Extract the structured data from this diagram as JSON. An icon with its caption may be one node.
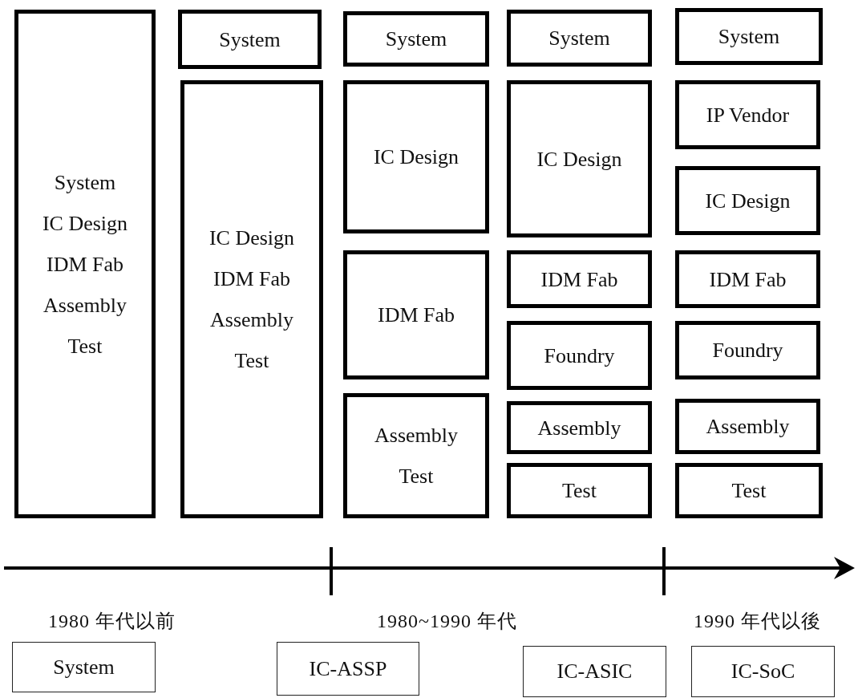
{
  "diagram": {
    "nodes": [
      {
        "text": [
          "System",
          "IC Design",
          "IDM Fab",
          "Assembly",
          "Test"
        ]
      },
      {
        "text": [
          "System"
        ]
      },
      {
        "text": [
          "IC Design",
          "IDM Fab",
          "Assembly",
          "Test"
        ]
      },
      {
        "text": [
          "System"
        ]
      },
      {
        "text": [
          "IC Design"
        ]
      },
      {
        "text": [
          "IDM Fab"
        ]
      },
      {
        "text": [
          "Assembly",
          "Test"
        ]
      },
      {
        "text": [
          "System"
        ]
      },
      {
        "text": [
          "IC Design"
        ]
      },
      {
        "text": [
          "IDM Fab"
        ]
      },
      {
        "text": [
          "Foundry"
        ]
      },
      {
        "text": [
          "Assembly"
        ]
      },
      {
        "text": [
          "Test"
        ]
      },
      {
        "text": [
          "System"
        ]
      },
      {
        "text": [
          "IP Vendor"
        ]
      },
      {
        "text": [
          "IC Design"
        ]
      },
      {
        "text": [
          "IDM Fab"
        ]
      },
      {
        "text": [
          "Foundry"
        ]
      },
      {
        "text": [
          "Assembly"
        ]
      },
      {
        "text": [
          "Test"
        ]
      },
      {
        "text": [
          "System"
        ]
      },
      {
        "text": [
          "IC-ASSP"
        ]
      },
      {
        "text": [
          "IC-ASIC"
        ]
      },
      {
        "text": [
          "IC-SoC"
        ]
      }
    ],
    "edges": [],
    "labels": [
      "1980 年代以前",
      "1980~1990 年代",
      "1990 年代以後"
    ]
  }
}
